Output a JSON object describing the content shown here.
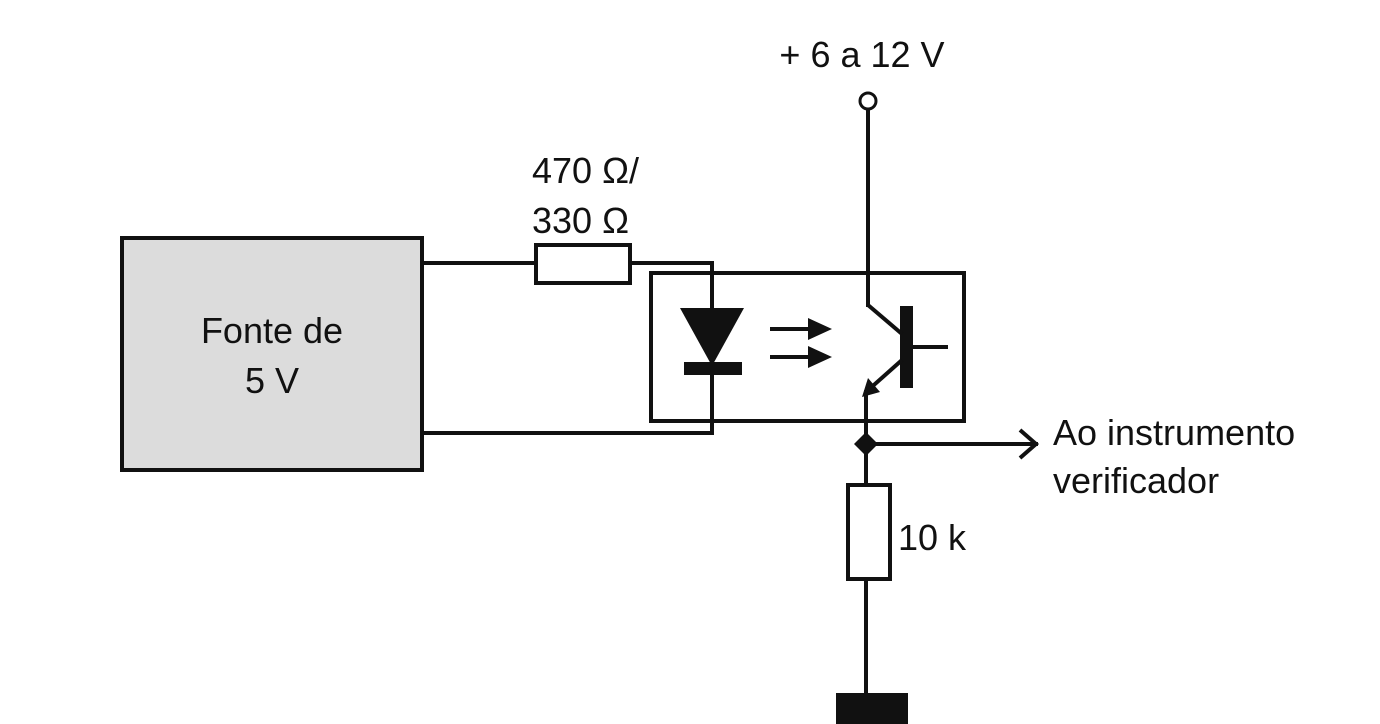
{
  "source_block": {
    "line1": "Fonte de",
    "line2": "5 V"
  },
  "series_resistor": {
    "line1": "470 Ω/",
    "line2": "330 Ω"
  },
  "supply": {
    "label": "+ 6 a 12 V"
  },
  "output": {
    "line1": "Ao instrumento",
    "line2": "verificador"
  },
  "load_resistor": {
    "label": "10 k"
  },
  "colors": {
    "source_fill": "#dcdcdc",
    "line": "#111111",
    "background": "#ffffff"
  }
}
